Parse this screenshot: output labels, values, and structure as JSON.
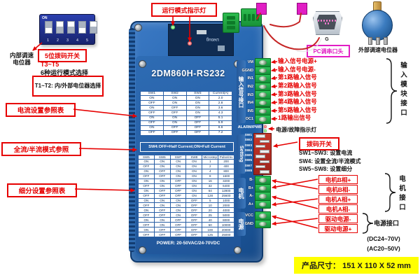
{
  "colors": {
    "accent_red": "#e60000",
    "magenta": "#e11ec4",
    "driver_blue": "#2b6ab5",
    "terminal_green": "#25b14a",
    "dip_red": "#c0392b",
    "highlight_yellow": "#ffff00"
  },
  "annotations": {
    "run_indicator": "运行模式指示灯",
    "internal_pot_line1": "内部调速",
    "internal_pot_line2": "电位器",
    "dip5_box": "5位拨码开关",
    "t3_t5": "T3~T5",
    "mode_select": "6种运行模式选择",
    "t1_t2": "T1~T2: 内/外部电位器选择",
    "current_ref": "电流设置参照表",
    "half_full_ref": "全流/半流模式参照",
    "microstep_ref": "细分设置参照表",
    "pc_serial": "PC调串口头",
    "serial_g": "G",
    "external_pot": "外部调速电位器",
    "input_labels": [
      "输入信号电源+",
      "输入信号电源-",
      "第1路输入信号",
      "第2路输入信号",
      "第3路输入信号",
      "第4路输入信号",
      "第5路输入信号",
      "1路输出信号"
    ],
    "input_module_port": "输入模块接口",
    "alarm_label": "电源/故障指示灯",
    "dip_box": "拨码开关",
    "dip_lines": [
      "SW1~SW3: 设置电流",
      "SW4: 设置全流/半流模式",
      "SW5~SW8: 设置细分"
    ],
    "motor_labels": [
      "电机B相+",
      "电机B相-",
      "电机A相+",
      "电机A相-"
    ],
    "motor_port": "电机接口",
    "drive_power_labels": [
      "驱动电源-",
      "驱动电源+"
    ],
    "power_port": "电源接口",
    "voltages": [
      "(DC24~70V)",
      "(AC20~50V)"
    ],
    "product_size": "产品尺寸： 151 X 110 X 52 mm"
  },
  "dip_switch": {
    "on": "ON",
    "numbers": [
      "1",
      "2",
      "3",
      "4",
      "5"
    ]
  },
  "driver": {
    "model": "2DM860H-RS232",
    "pcb_text": "Debug",
    "sw4_note": "SW4:OFF=Half Current;ON=Full Current",
    "power_note": "POWER: 20-50VAC/24-70VDC",
    "alarm": "ALARM/PWR",
    "strips": {
      "input": "输入信号接口",
      "setting": "Setting",
      "motor": "电机",
      "power": "电源"
    },
    "input_terminals": [
      "VM",
      "GGND",
      "IN1",
      "IN2",
      "IN3",
      "IN4",
      "IN5",
      "OC1"
    ],
    "sw_labels": [
      "SW1",
      "SW2",
      "SW3",
      "SW4",
      "SW5",
      "SW6",
      "SW7",
      "SW8"
    ],
    "motor_terminals": [
      "B-",
      "B+",
      "A-",
      "A+"
    ],
    "power_terminals": [
      "VCC",
      "GND"
    ],
    "current_table": {
      "headers": [
        "SW1",
        "SW2",
        "SW3",
        "Current(A)"
      ],
      "rows": [
        [
          "ON",
          "ON",
          "ON",
          "2.0"
        ],
        [
          "OFF",
          "ON",
          "ON",
          "2.8"
        ],
        [
          "ON",
          "OFF",
          "ON",
          "3.6"
        ],
        [
          "OFF",
          "OFF",
          "ON",
          "4.3"
        ],
        [
          "ON",
          "ON",
          "OFF",
          "5.1"
        ],
        [
          "OFF",
          "ON",
          "OFF",
          "5.9"
        ],
        [
          "ON",
          "OFF",
          "OFF",
          "6.6"
        ],
        [
          "OFF",
          "OFF",
          "OFF",
          "7.2"
        ]
      ]
    },
    "microstep_table": {
      "headers": [
        "SW5",
        "SW6",
        "SW7",
        "SW8",
        "Microstep",
        "Pulse/rev"
      ],
      "rows": [
        [
          "ON",
          "ON",
          "ON",
          "ON",
          "1",
          "200"
        ],
        [
          "OFF",
          "ON",
          "ON",
          "ON",
          "2",
          "400"
        ],
        [
          "ON",
          "OFF",
          "ON",
          "ON",
          "4",
          "800"
        ],
        [
          "OFF",
          "OFF",
          "ON",
          "ON",
          "8",
          "1600"
        ],
        [
          "ON",
          "ON",
          "OFF",
          "ON",
          "16",
          "3200"
        ],
        [
          "OFF",
          "ON",
          "OFF",
          "ON",
          "32",
          "6400"
        ],
        [
          "ON",
          "OFF",
          "OFF",
          "ON",
          "64",
          "12800"
        ],
        [
          "OFF",
          "OFF",
          "OFF",
          "ON",
          "128",
          "25600"
        ],
        [
          "ON",
          "ON",
          "ON",
          "OFF",
          "5",
          "1000"
        ],
        [
          "OFF",
          "ON",
          "ON",
          "OFF",
          "10",
          "2000"
        ],
        [
          "ON",
          "OFF",
          "ON",
          "OFF",
          "20",
          "4000"
        ],
        [
          "OFF",
          "OFF",
          "ON",
          "OFF",
          "25",
          "5000"
        ],
        [
          "ON",
          "ON",
          "OFF",
          "OFF",
          "40",
          "8000"
        ],
        [
          "OFF",
          "ON",
          "OFF",
          "OFF",
          "50",
          "10000"
        ],
        [
          "ON",
          "OFF",
          "OFF",
          "OFF",
          "100",
          "20000"
        ],
        [
          "OFF",
          "OFF",
          "OFF",
          "OFF",
          "125",
          "25000"
        ]
      ]
    }
  }
}
